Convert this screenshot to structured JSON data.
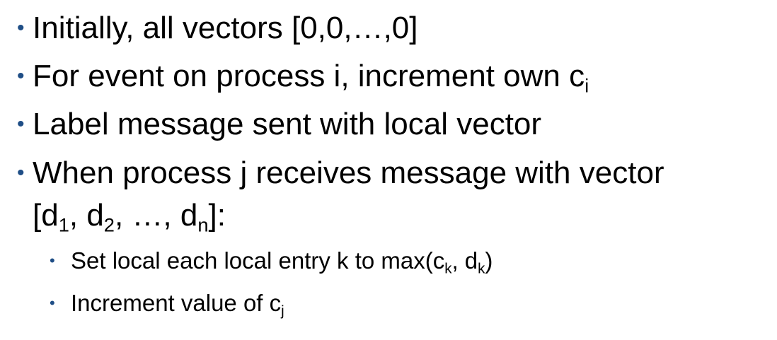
{
  "bullets": [
    {
      "text": "Initially, all vectors [0,0,…,0]"
    },
    {
      "prefix": "For event on process i, increment own c",
      "sub": "i"
    },
    {
      "text": "Label message sent with local vector"
    },
    {
      "line1": "When process j receives message with vector",
      "line2": {
        "open": "[d",
        "sub1": "1",
        "mid1": ", d",
        "sub2": "2",
        "mid2": ", …, d",
        "sub3": "n",
        "close": "]:"
      }
    }
  ],
  "sub_bullets": [
    {
      "prefix": "Set local each local entry k to max(c",
      "sub1": "k",
      "mid": ", d",
      "sub2": "k",
      "suffix": ")"
    },
    {
      "prefix": "Increment value of c",
      "sub": "j"
    }
  ],
  "colors": {
    "bullet": "#1f4e86",
    "text": "#000000"
  }
}
